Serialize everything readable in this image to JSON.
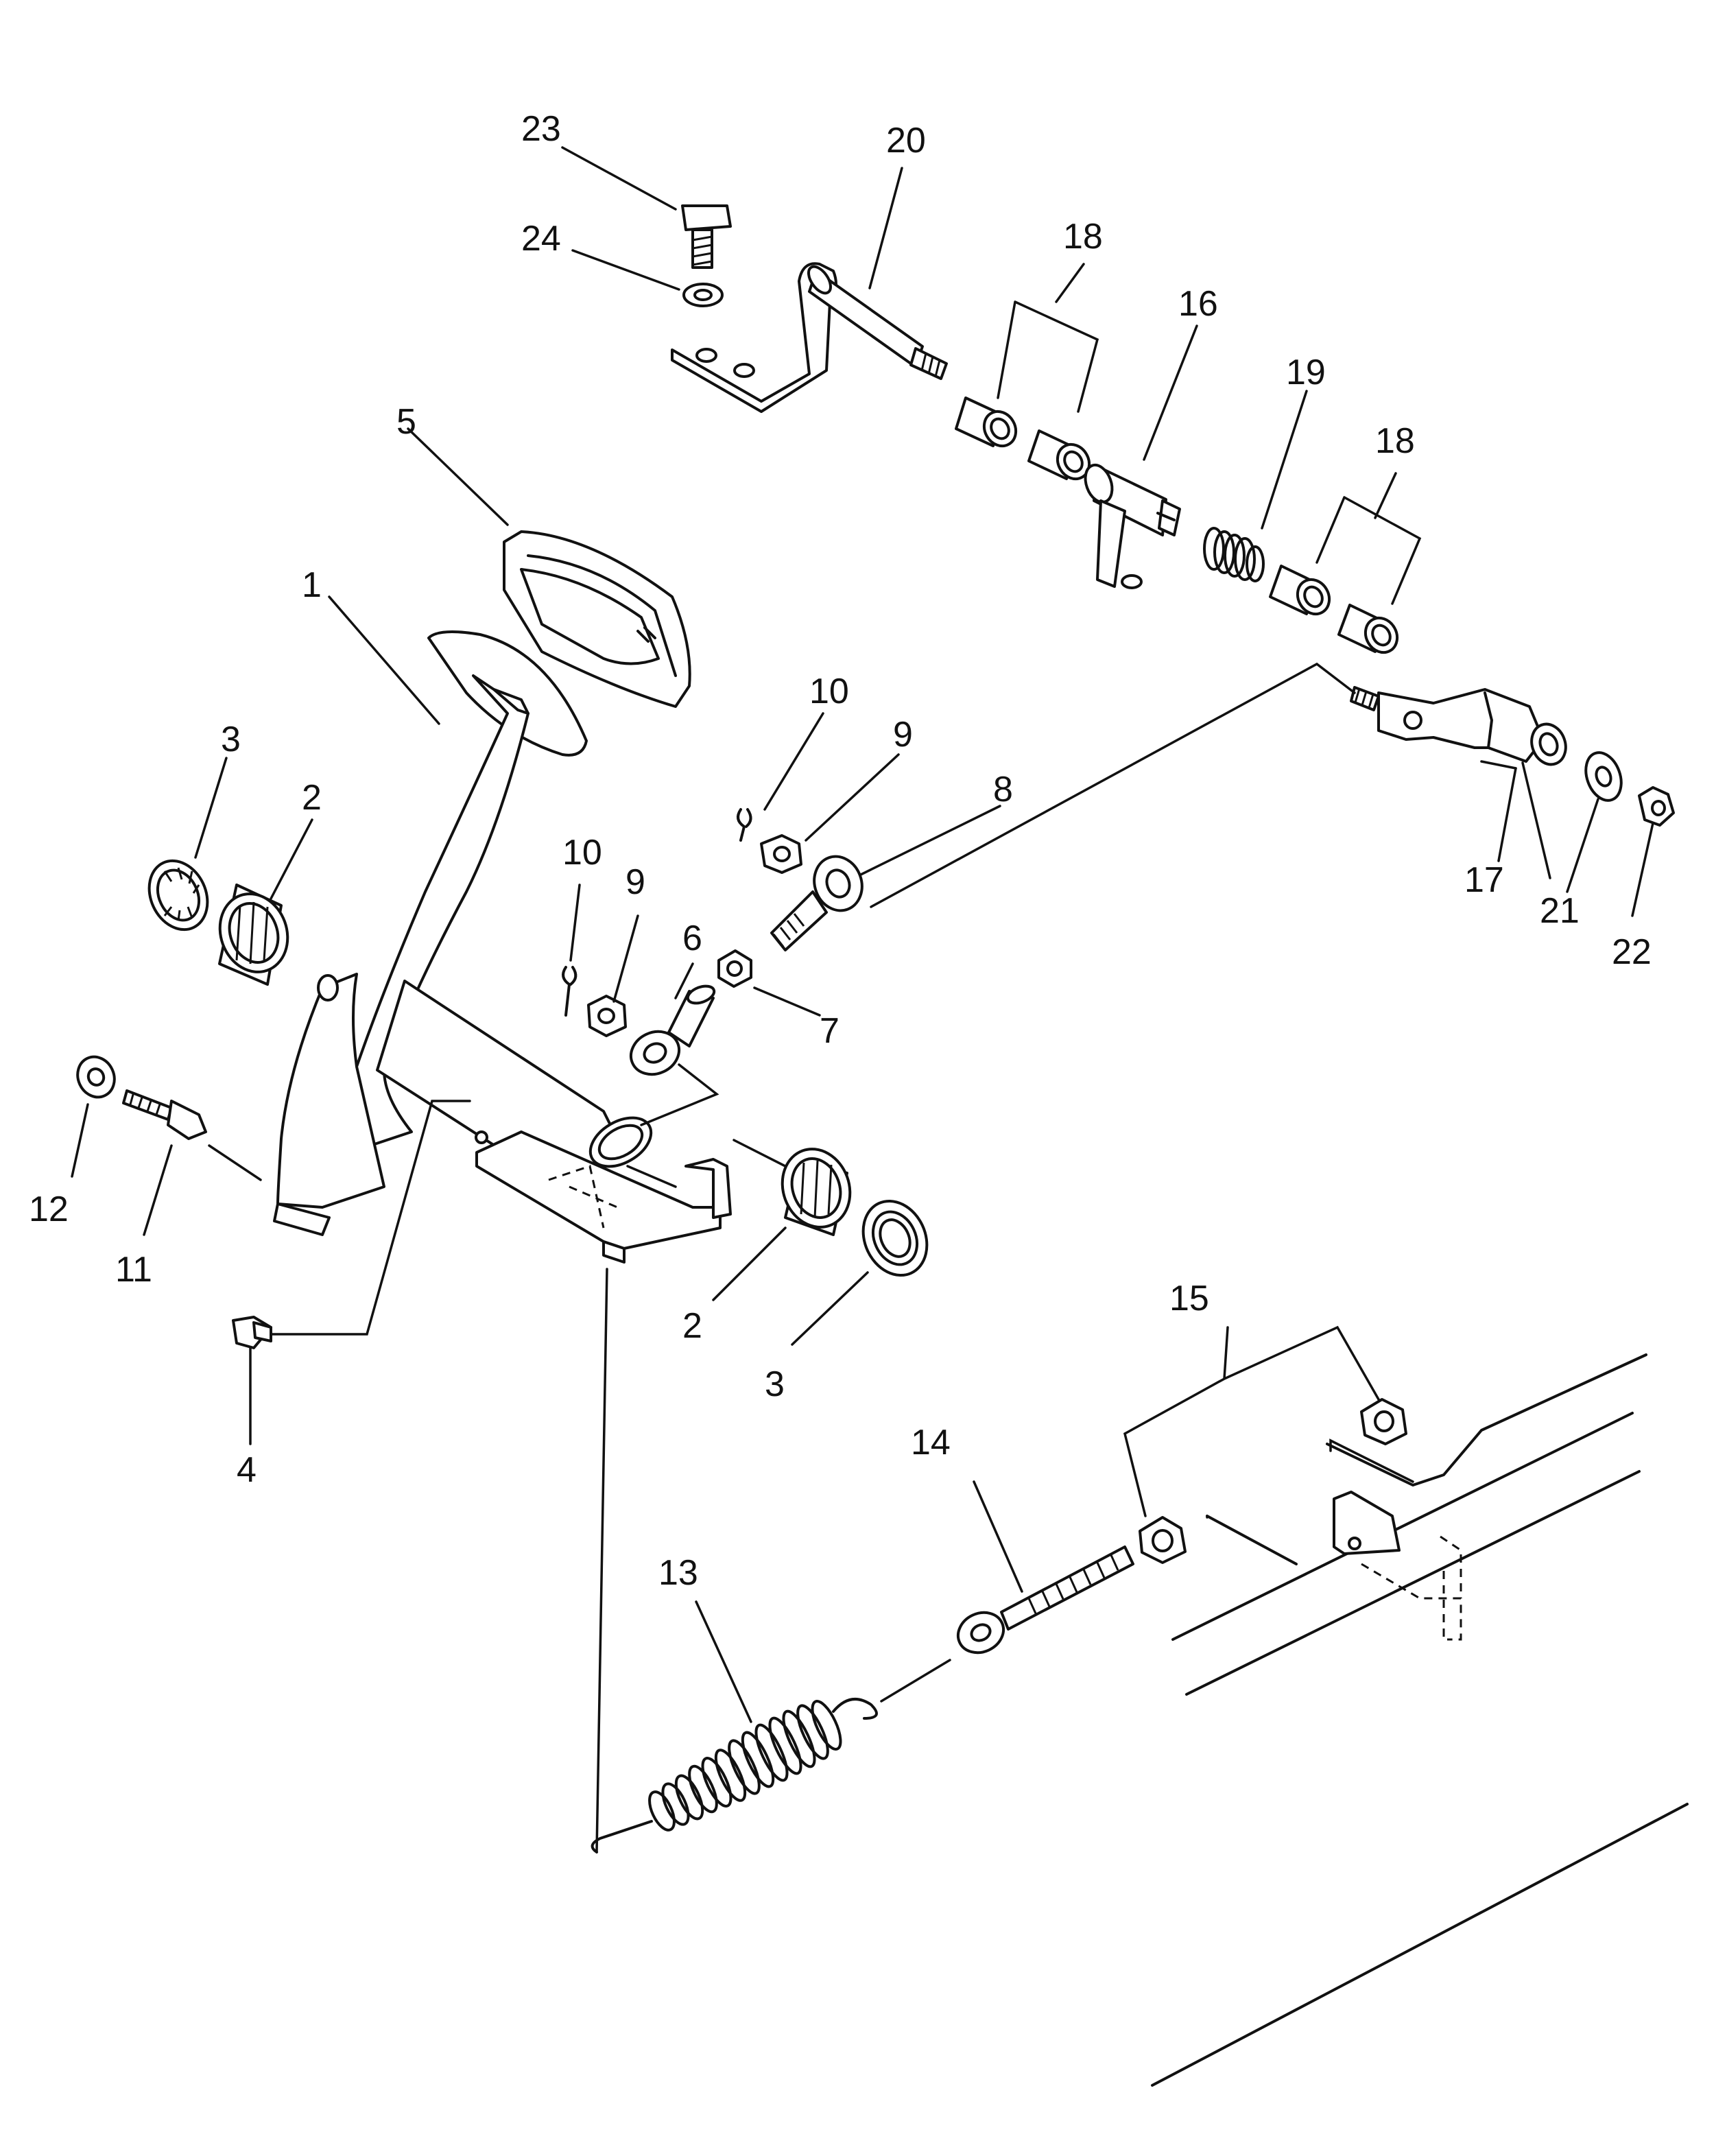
{
  "callouts": {
    "c1": "1",
    "c2a": "2",
    "c2b": "2",
    "c3a": "3",
    "c3b": "3",
    "c4": "4",
    "c5": "5",
    "c6": "6",
    "c7": "7",
    "c8": "8",
    "c9a": "9",
    "c9b": "9",
    "c10a": "10",
    "c10b": "10",
    "c11": "11",
    "c12": "12",
    "c13": "13",
    "c14": "14",
    "c15": "15",
    "c16": "16",
    "c17": "17",
    "c18a": "18",
    "c18b": "18",
    "c19": "19",
    "c20": "20",
    "c21": "21",
    "c22": "22",
    "c23": "23",
    "c24": "24"
  }
}
